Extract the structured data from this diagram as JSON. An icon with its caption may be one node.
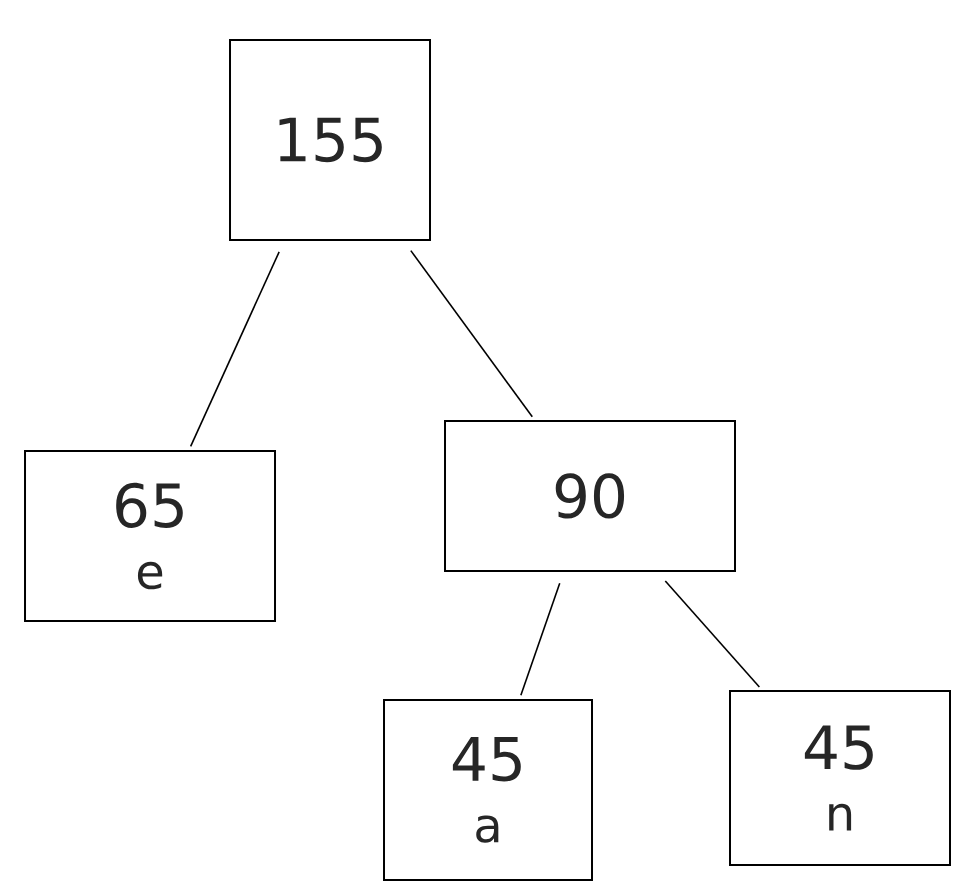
{
  "diagram": {
    "nodes": [
      {
        "text": [
          "155"
        ]
      },
      {
        "text": [
          "65",
          "e"
        ]
      },
      {
        "text": [
          "90"
        ]
      },
      {
        "text": [
          "45",
          "a"
        ]
      },
      {
        "text": [
          "45",
          "n"
        ]
      }
    ],
    "edges": [
      {
        "from": 0,
        "to": 1,
        "arrow": "none"
      },
      {
        "from": 0,
        "to": 2,
        "arrow": "none"
      },
      {
        "from": 2,
        "to": 3,
        "arrow": "none"
      },
      {
        "from": 2,
        "to": 4,
        "arrow": "none"
      }
    ]
  }
}
